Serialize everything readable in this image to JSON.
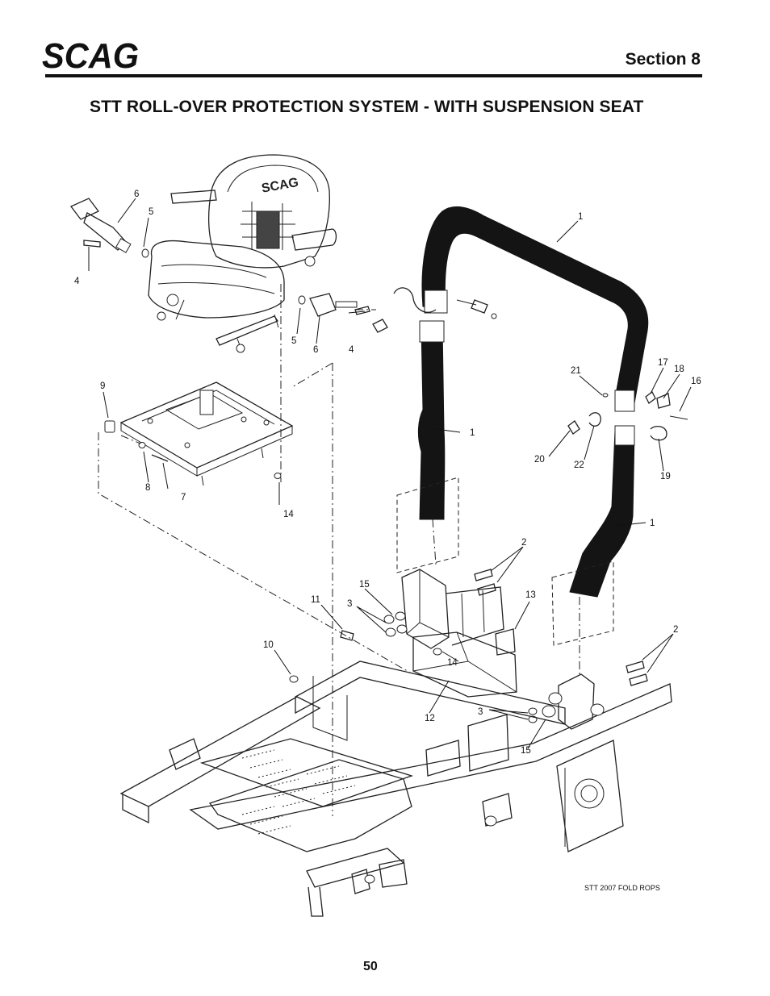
{
  "header": {
    "brand": "SCAG",
    "section": "Section 8"
  },
  "title": "STT ROLL-OVER PROTECTION SYSTEM - WITH SUSPENSION SEAT",
  "diagram": {
    "callouts": [
      "1",
      "1",
      "1",
      "2",
      "2",
      "3",
      "3",
      "4",
      "4",
      "5",
      "5",
      "6",
      "6",
      "7",
      "8",
      "9",
      "10",
      "11",
      "12",
      "13",
      "14",
      "14",
      "15",
      "15",
      "16",
      "17",
      "18",
      "19",
      "20",
      "21",
      "22"
    ],
    "drawing_id": "STT 2007 FOLD ROPS"
  },
  "footer": {
    "page_number": "50"
  }
}
